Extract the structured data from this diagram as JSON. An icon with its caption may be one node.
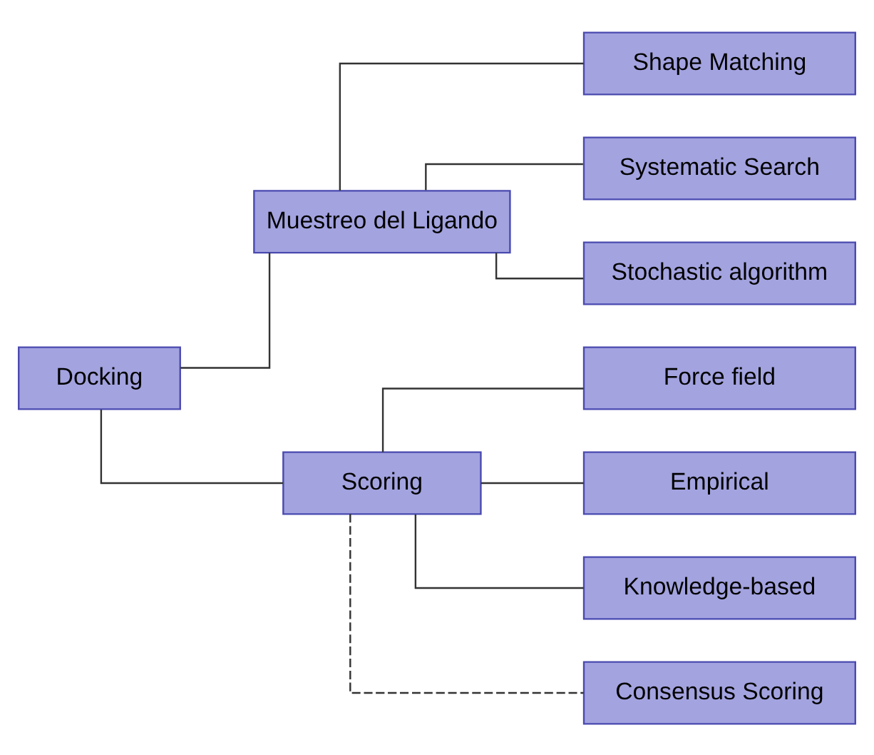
{
  "diagram": {
    "nodes": [
      {
        "text": [
          "Docking"
        ]
      },
      {
        "text": [
          "Muestreo del Ligando"
        ]
      },
      {
        "text": [
          "Scoring"
        ]
      },
      {
        "text": [
          "Shape Matching"
        ]
      },
      {
        "text": [
          "Systematic Search"
        ]
      },
      {
        "text": [
          "Stochastic algorithm"
        ]
      },
      {
        "text": [
          "Force field"
        ]
      },
      {
        "text": [
          "Empirical"
        ]
      },
      {
        "text": [
          "Knowledge-based"
        ]
      },
      {
        "text": [
          "Consensus Scoring"
        ]
      }
    ],
    "edges": [
      {
        "from": 0,
        "to": 1,
        "arrow": "none"
      },
      {
        "from": 0,
        "to": 2,
        "arrow": "none"
      },
      {
        "from": 1,
        "to": 3,
        "arrow": "none"
      },
      {
        "from": 1,
        "to": 4,
        "arrow": "none"
      },
      {
        "from": 1,
        "to": 5,
        "arrow": "none"
      },
      {
        "from": 2,
        "to": 6,
        "arrow": "none"
      },
      {
        "from": 2,
        "to": 7,
        "arrow": "none"
      },
      {
        "from": 2,
        "to": 8,
        "arrow": "none"
      },
      {
        "from": 2,
        "to": 9,
        "arrow": "none",
        "style": "dashed"
      }
    ]
  }
}
